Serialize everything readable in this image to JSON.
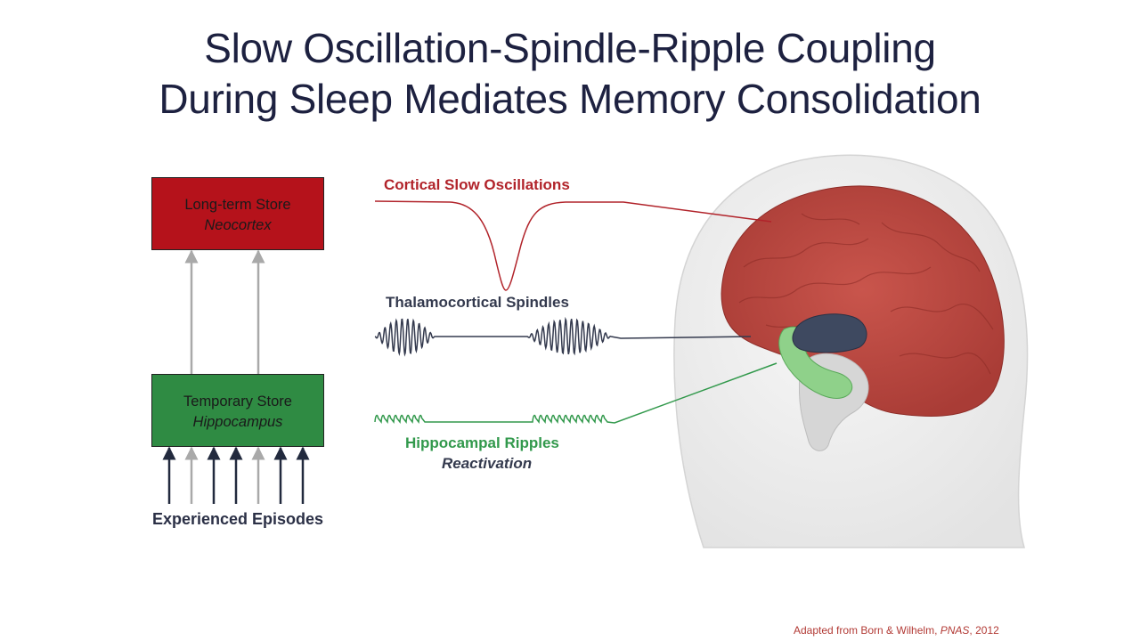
{
  "title": {
    "line1": "Slow Oscillation-Spindle-Ripple Coupling",
    "line2": "During Sleep Mediates Memory Consolidation"
  },
  "boxes": {
    "long_term": {
      "line1": "Long-term Store",
      "line2": "Neocortex",
      "color": "#b5121b"
    },
    "temporary": {
      "line1": "Temporary Store",
      "line2": "Hippocampus",
      "color": "#2f8b43"
    }
  },
  "episodes_label": "Experienced Episodes",
  "signals": {
    "slow_oscillation": {
      "label": "Cortical Slow Oscillations",
      "color": "#b1232a"
    },
    "spindles": {
      "label": "Thalamocortical Spindles",
      "color": "#343a4e"
    },
    "ripples": {
      "label": "Hippocampal Ripples",
      "sublabel": "Reactivation",
      "color": "#32994c"
    }
  },
  "credit": {
    "prefix": "Adapted from Born & Wilhelm, ",
    "journal": "PNAS",
    "suffix": ", 2012"
  },
  "colors": {
    "arrow_dark": "#222a3e",
    "arrow_gray": "#a9a9a9",
    "title": "#1d2140"
  }
}
